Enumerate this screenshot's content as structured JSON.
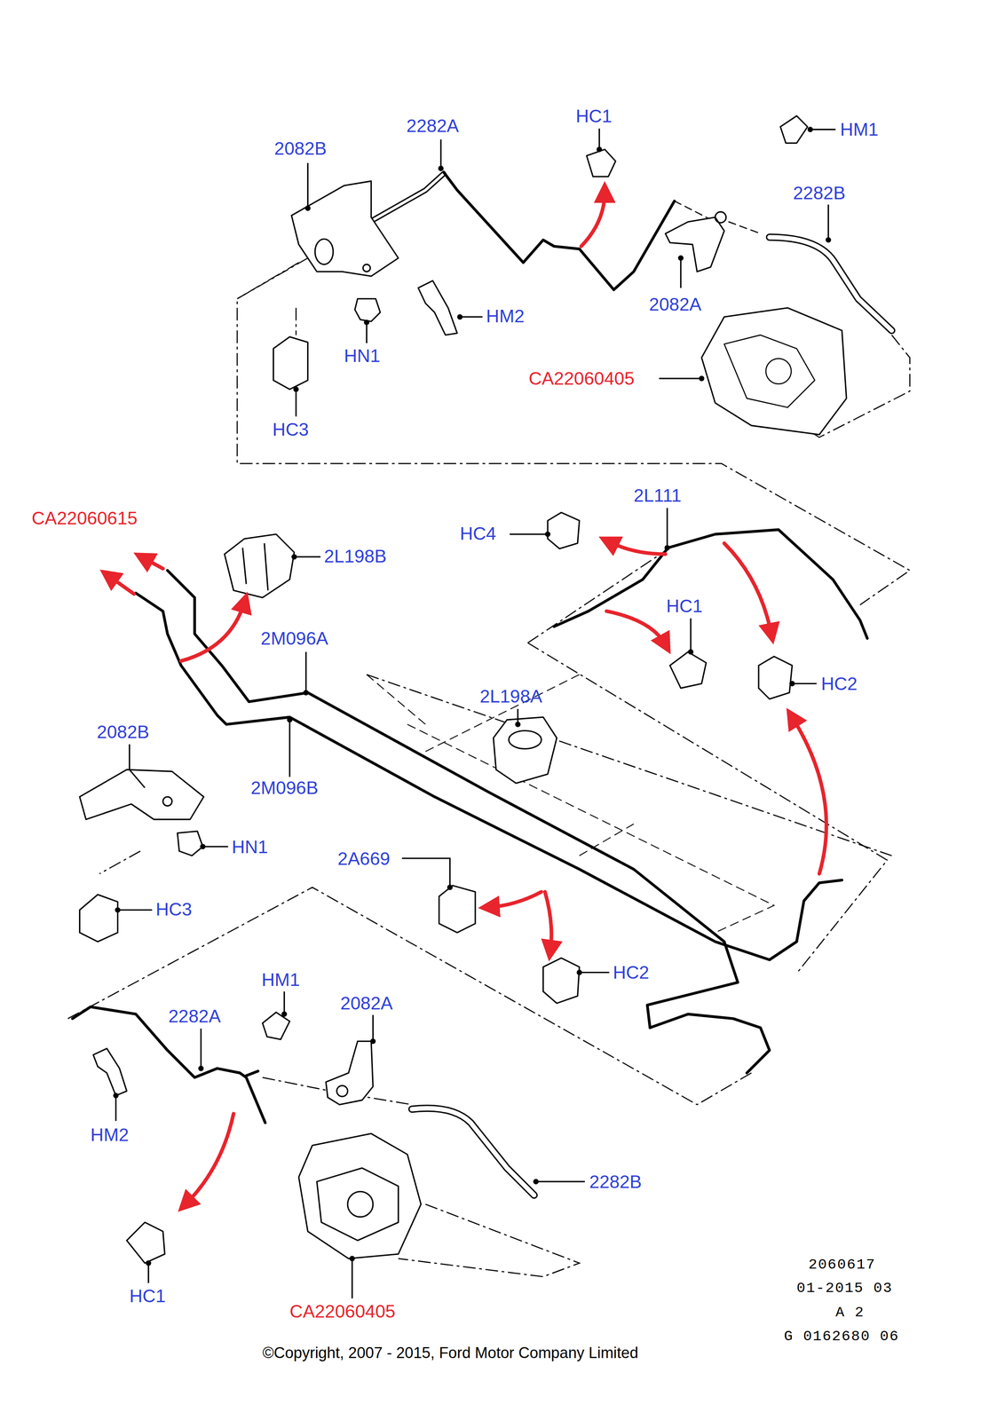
{
  "diagram": {
    "labels": [
      "2082B",
      "2282A",
      "HC1",
      "HM1",
      "2282B",
      "2082A",
      "HM2",
      "HN1",
      "HC3",
      "CA22060405",
      "CA22060615",
      "2L198B",
      "2L111",
      "HC4",
      "HC1",
      "HC2",
      "2M096A",
      "2L198A",
      "2082B",
      "2M096B",
      "HN1",
      "HC3",
      "2A669",
      "HC2",
      "HM1",
      "2082A",
      "2282A",
      "HM2",
      "2282B",
      "HC1",
      "CA22060405",
      "2060617",
      "01-2015 03",
      "A 2",
      "G 0162680 06",
      "©Copyright, 2007 - 2015, Ford Motor Company Limited"
    ]
  }
}
